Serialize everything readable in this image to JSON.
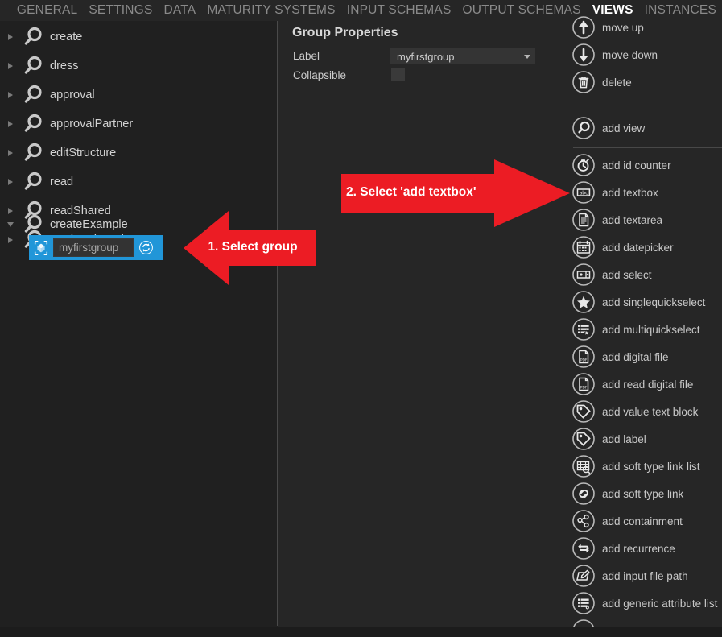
{
  "nav": {
    "tabs": [
      {
        "label": "GENERAL",
        "active": false
      },
      {
        "label": "SETTINGS",
        "active": false
      },
      {
        "label": "DATA",
        "active": false
      },
      {
        "label": "MATURITY SYSTEMS",
        "active": false
      },
      {
        "label": "INPUT SCHEMAS",
        "active": false
      },
      {
        "label": "OUTPUT SCHEMAS",
        "active": false
      },
      {
        "label": "VIEWS",
        "active": true
      },
      {
        "label": "INSTANCES",
        "active": false
      }
    ]
  },
  "tree": {
    "items": [
      {
        "label": "create",
        "icon": "magnifier-icon",
        "expanded": false
      },
      {
        "label": "dress",
        "icon": "magnifier-icon",
        "expanded": false
      },
      {
        "label": "approval",
        "icon": "magnifier-icon",
        "expanded": false
      },
      {
        "label": "approvalPartner",
        "icon": "magnifier-icon",
        "expanded": false
      },
      {
        "label": "editStructure",
        "icon": "magnifier-icon",
        "expanded": false
      },
      {
        "label": "read",
        "icon": "magnifier-icon",
        "expanded": false
      },
      {
        "label": "readShared",
        "icon": "magnifier-icon",
        "expanded": false
      },
      {
        "label": "readUnshared",
        "icon": "magnifier-icon",
        "expanded": false
      },
      {
        "label": "createExample",
        "icon": "magnifier-icon",
        "expanded": true
      }
    ],
    "selected_group": {
      "icon": "cube-icon",
      "value": "myfirstgroup",
      "action_icon": "refresh-icon",
      "highlight_color": "#2196d8"
    }
  },
  "properties": {
    "title": "Group Properties",
    "label_field": {
      "label": "Label",
      "value": "myfirstgroup",
      "icon": "chevron-down-icon"
    },
    "collapsible_field": {
      "label": "Collapsible",
      "checked": false
    }
  },
  "actions": {
    "items": [
      {
        "label": "move up",
        "icon": "arrow-up-icon"
      },
      {
        "label": "move down",
        "icon": "arrow-down-icon"
      },
      {
        "label": "delete",
        "icon": "trash-icon"
      },
      {
        "label": "add view",
        "icon": "magnifier-icon"
      },
      {
        "label": "add id counter",
        "icon": "stopwatch-icon"
      },
      {
        "label": "add textbox",
        "icon": "textbox-icon"
      },
      {
        "label": "add textarea",
        "icon": "document-icon"
      },
      {
        "label": "add datepicker",
        "icon": "calendar-icon"
      },
      {
        "label": "add select",
        "icon": "dropdown-icon"
      },
      {
        "label": "add singlequickselect",
        "icon": "star-icon"
      },
      {
        "label": "add multiquickselect",
        "icon": "list-star-icon"
      },
      {
        "label": "add digital file",
        "icon": "pdf-file-icon"
      },
      {
        "label": "add read digital file",
        "icon": "pdf-file-icon"
      },
      {
        "label": "add value text block",
        "icon": "tag-icon"
      },
      {
        "label": "add label",
        "icon": "tag-icon"
      },
      {
        "label": "add soft type link list",
        "icon": "link-list-icon"
      },
      {
        "label": "add soft type link",
        "icon": "chain-link-icon"
      },
      {
        "label": "add containment",
        "icon": "containment-icon"
      },
      {
        "label": "add recurrence",
        "icon": "recurrence-icon"
      },
      {
        "label": "add input file path",
        "icon": "input-path-icon"
      },
      {
        "label": "add generic attribute list",
        "icon": "attribute-list-icon"
      }
    ]
  },
  "annotations": {
    "color": "#ec1c24",
    "callout_1": {
      "text": "1. Select group",
      "direction": "left"
    },
    "callout_2": {
      "text": "2. Select 'add textbox'",
      "direction": "right"
    }
  }
}
